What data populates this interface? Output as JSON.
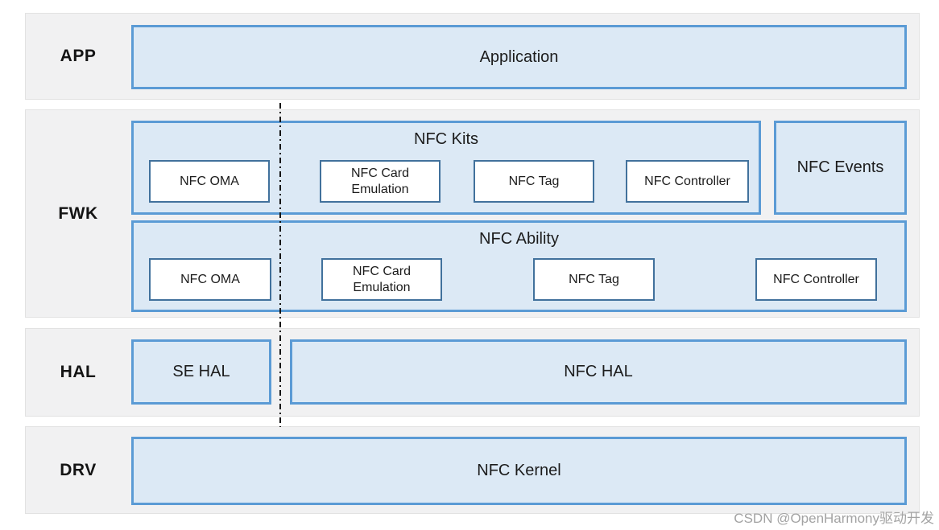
{
  "layers": {
    "app": {
      "label": "APP",
      "application": {
        "label": "Application"
      }
    },
    "fwk": {
      "label": "FWK",
      "kits": {
        "title": "NFC Kits",
        "items": [
          {
            "label": "NFC OMA"
          },
          {
            "label": "NFC Card Emulation"
          },
          {
            "label": "NFC Tag"
          },
          {
            "label": "NFC Controller"
          }
        ]
      },
      "events": {
        "label": "NFC Events"
      },
      "ability": {
        "title": "NFC Ability",
        "items": [
          {
            "label": "NFC OMA"
          },
          {
            "label": "NFC Card Emulation"
          },
          {
            "label": "NFC Tag"
          },
          {
            "label": "NFC Controller"
          }
        ]
      }
    },
    "hal": {
      "label": "HAL",
      "se_hal": {
        "label": "SE HAL"
      },
      "nfc_hal": {
        "label": "NFC HAL"
      }
    },
    "drv": {
      "label": "DRV",
      "nfc_kernel": {
        "label": "NFC Kernel"
      }
    }
  },
  "watermark": {
    "text": "CSDN @OpenHarmony驱动开发"
  },
  "colors": {
    "outer_box_border": "#5b9bd5",
    "box_fill": "#dce9f5",
    "inner_box_border": "#41719c",
    "band_fill": "#f1f1f2",
    "band_border": "#e2e2e2",
    "text": "#1a1a1a",
    "watermark": "#a3a3a3"
  }
}
